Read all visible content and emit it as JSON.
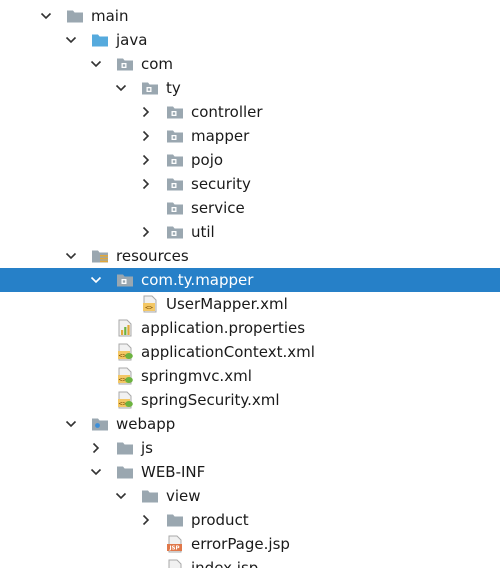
{
  "tree": {
    "selected_color": "#2680c8",
    "folder_color": "#9aa7b0",
    "source_folder_color": "#55aadd",
    "nodes": [
      {
        "label": "main",
        "icon": "folder-icon",
        "arrow": "expanded",
        "depth": 0
      },
      {
        "label": "java",
        "icon": "source-folder-icon",
        "arrow": "expanded",
        "depth": 1
      },
      {
        "label": "com",
        "icon": "package-icon",
        "arrow": "expanded",
        "depth": 2
      },
      {
        "label": "ty",
        "icon": "package-icon",
        "arrow": "expanded",
        "depth": 3
      },
      {
        "label": "controller",
        "icon": "package-icon",
        "arrow": "collapsed",
        "depth": 4
      },
      {
        "label": "mapper",
        "icon": "package-icon",
        "arrow": "collapsed",
        "depth": 4
      },
      {
        "label": "pojo",
        "icon": "package-icon",
        "arrow": "collapsed",
        "depth": 4
      },
      {
        "label": "security",
        "icon": "package-icon",
        "arrow": "collapsed",
        "depth": 4
      },
      {
        "label": "service",
        "icon": "package-icon",
        "arrow": "none",
        "depth": 4
      },
      {
        "label": "util",
        "icon": "package-icon",
        "arrow": "collapsed",
        "depth": 4
      },
      {
        "label": "resources",
        "icon": "resources-folder-icon",
        "arrow": "expanded",
        "depth": 1
      },
      {
        "label": "com.ty.mapper",
        "icon": "package-icon",
        "arrow": "expanded",
        "depth": 2,
        "selected": true
      },
      {
        "label": "UserMapper.xml",
        "icon": "xml-file-icon",
        "arrow": "none",
        "depth": 3
      },
      {
        "label": "application.properties",
        "icon": "properties-file-icon",
        "arrow": "none",
        "depth": 2
      },
      {
        "label": "applicationContext.xml",
        "icon": "spring-xml-file-icon",
        "arrow": "none",
        "depth": 2
      },
      {
        "label": "springmvc.xml",
        "icon": "spring-xml-file-icon",
        "arrow": "none",
        "depth": 2
      },
      {
        "label": "springSecurity.xml",
        "icon": "spring-xml-file-icon",
        "arrow": "none",
        "depth": 2
      },
      {
        "label": "webapp",
        "icon": "web-folder-icon",
        "arrow": "expanded",
        "depth": 1
      },
      {
        "label": "js",
        "icon": "folder-icon",
        "arrow": "collapsed",
        "depth": 2
      },
      {
        "label": "WEB-INF",
        "icon": "folder-icon",
        "arrow": "expanded",
        "depth": 2
      },
      {
        "label": "view",
        "icon": "folder-icon",
        "arrow": "expanded",
        "depth": 3
      },
      {
        "label": "product",
        "icon": "folder-icon",
        "arrow": "collapsed",
        "depth": 4
      },
      {
        "label": "errorPage.jsp",
        "icon": "jsp-file-icon",
        "arrow": "none",
        "depth": 4
      },
      {
        "label": "index.jsp",
        "icon": "jsp-file-icon",
        "arrow": "none",
        "depth": 4
      }
    ]
  }
}
